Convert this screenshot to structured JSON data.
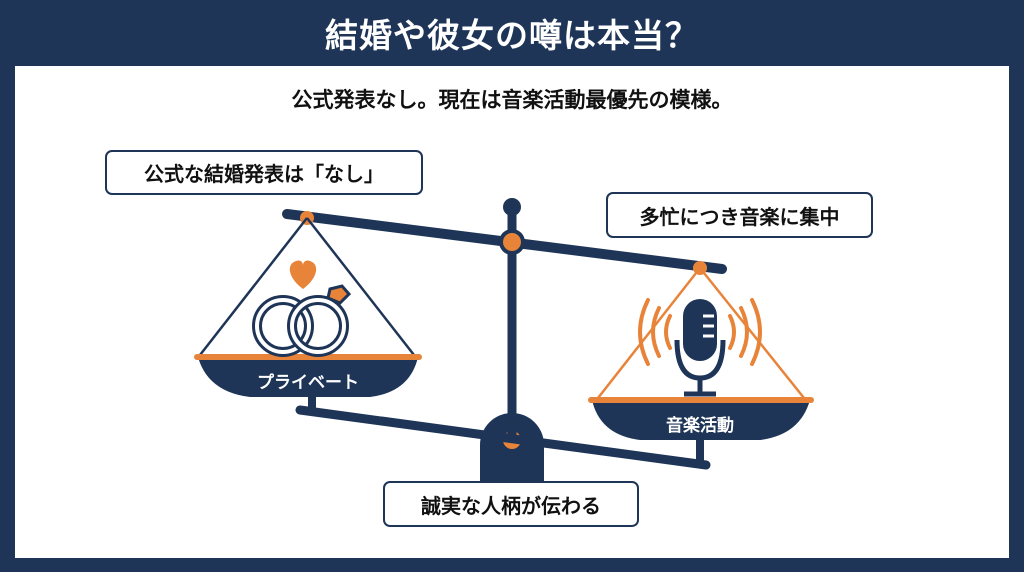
{
  "header": {
    "title": "結婚や彼女の噂は本当？"
  },
  "main": {
    "subtitle": "公式発表なし。現在は音楽活動最優先の模様。",
    "callouts": {
      "left": "公式な結婚発表は「なし」",
      "right": "多忙につき音楽に集中",
      "bottom": "誠実な人柄が伝わる"
    },
    "pans": {
      "left": {
        "label": "プライベート",
        "icons": [
          "heart-icon",
          "wedding-rings-icon"
        ]
      },
      "right": {
        "label": "音楽活動",
        "icons": [
          "microphone-icon",
          "sound-waves-icon"
        ]
      }
    }
  },
  "colors": {
    "navy": "#1e3557",
    "orange": "#e8843a",
    "white": "#ffffff"
  }
}
